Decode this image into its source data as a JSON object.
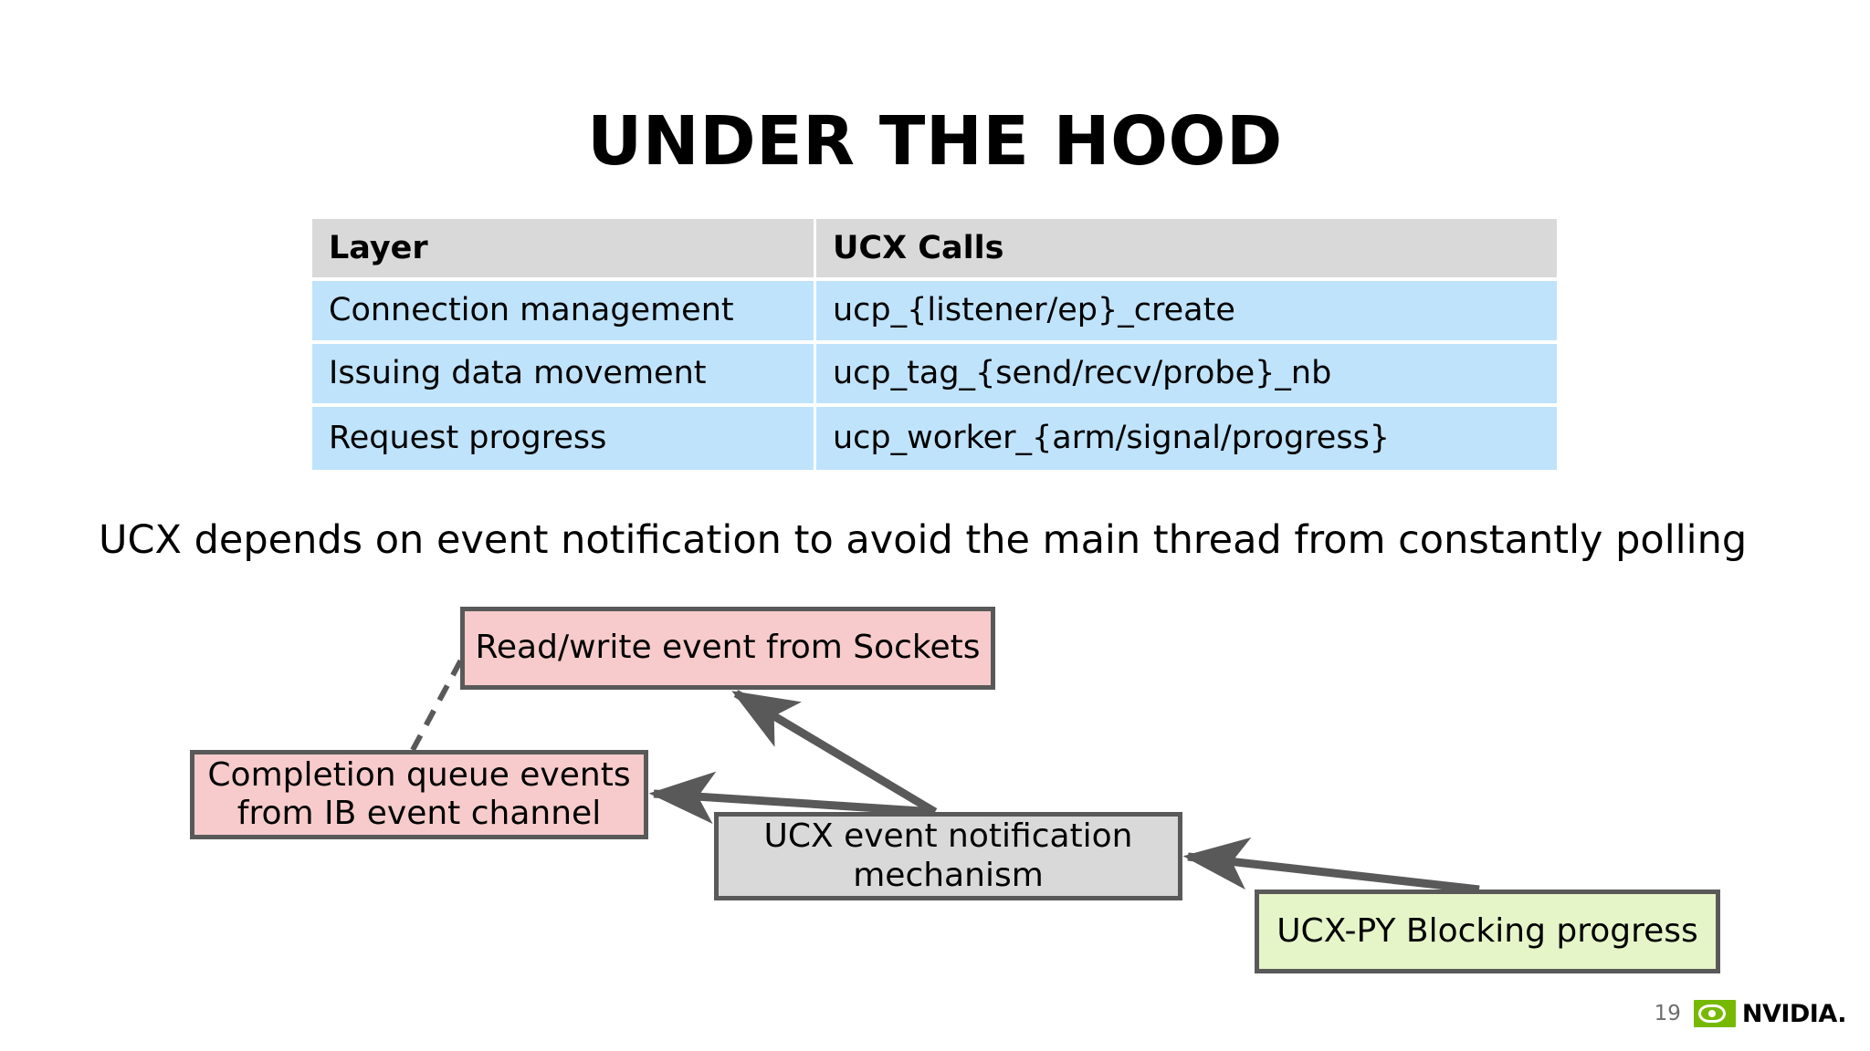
{
  "slide": {
    "title": "UNDER THE HOOD",
    "body_sentence": "UCX depends on event notification to avoid the main thread from constantly polling"
  },
  "table": {
    "headers": [
      "Layer",
      "UCX Calls"
    ],
    "header_bg": "#d9d9d9",
    "row_bg": "#bfe3fb",
    "rows": [
      [
        "Connection management",
        "ucp_{listener/ep}_create"
      ],
      [
        "Issuing data movement",
        "ucp_tag_{send/recv/probe}_nb"
      ],
      [
        "Request progress",
        "ucp_worker_{arm/signal/progress}"
      ]
    ]
  },
  "diagram": {
    "boxes": [
      {
        "id": "sockets",
        "label": "Read/write event from Sockets",
        "fill": "#f7cbcb",
        "border": "#595959"
      },
      {
        "id": "cq",
        "label": "Completion queue events from IB event channel",
        "fill": "#f7cbcb",
        "border": "#595959"
      },
      {
        "id": "ucx_event",
        "label": "UCX event notification mechanism",
        "fill": "#d9d9d9",
        "border": "#595959"
      },
      {
        "id": "ucxpy",
        "label": "UCX-PY Blocking progress",
        "fill": "#e6f5c8",
        "border": "#595959"
      }
    ],
    "connectors": [
      {
        "from": "cq",
        "to": "sockets",
        "style": "dashed",
        "arrowhead": false
      },
      {
        "from": "ucx_event",
        "to": "sockets",
        "style": "solid",
        "arrowhead": true
      },
      {
        "from": "ucx_event",
        "to": "cq",
        "style": "solid",
        "arrowhead": true
      },
      {
        "from": "ucxpy",
        "to": "ucx_event",
        "style": "solid",
        "arrowhead": true
      }
    ],
    "line_color": "#595959"
  },
  "footer": {
    "page_number": "19",
    "brand": "NVIDIA.",
    "brand_color": "#76b900"
  }
}
